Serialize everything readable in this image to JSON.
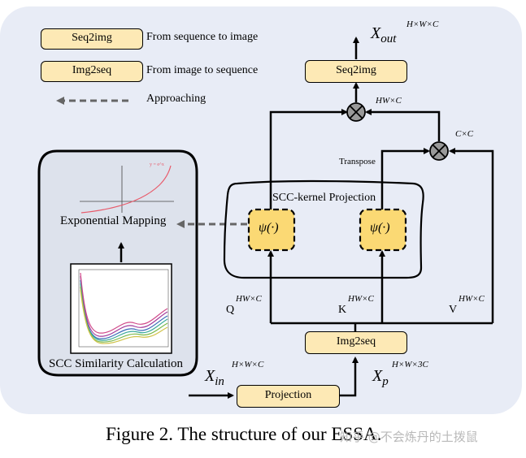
{
  "legend": {
    "seq2img_label": "Seq2img",
    "seq2img_desc": "From sequence to image",
    "img2seq_label": "Img2seq",
    "img2seq_desc": "From image to sequence",
    "approaching_desc": "Approaching"
  },
  "left_panel": {
    "exp_mapping": "Exponential Mapping",
    "exp_formula": "y = e^x",
    "scc_calc": "SCC Similarity Calculation"
  },
  "blocks": {
    "seq2img": "Seq2img",
    "img2seq": "Img2seq",
    "projection": "Projection",
    "scc_kernel": "SCC-kernel Projection",
    "psi1": "ψ(·)",
    "psi2": "ψ(·)"
  },
  "labels": {
    "x_out_base": "X",
    "x_out_sub": "out",
    "x_out_dim": "H×W×C",
    "hwc_mult": "HW×C",
    "cxc": "C×C",
    "transpose": "Transpose",
    "q": "Q",
    "q_dim": "HW×C",
    "k": "K",
    "k_dim": "HW×C",
    "v": "V",
    "v_dim": "HW×C",
    "x_in_base": "X",
    "x_in_sub": "in",
    "x_in_dim": "H×W×C",
    "x_p_base": "X",
    "x_p_sub": "p",
    "x_p_dim": "H×W×3C"
  },
  "caption": "Figure 2. The structure of our ESSA.",
  "watermark": "知乎 @不会炼丹的土拨鼠",
  "colors": {
    "background": "#e8ecf6",
    "block_fill": "#fde9b5",
    "psi_fill": "#fbd974",
    "panel_fill": "#dde2ec",
    "curve": "#e85a6a"
  }
}
